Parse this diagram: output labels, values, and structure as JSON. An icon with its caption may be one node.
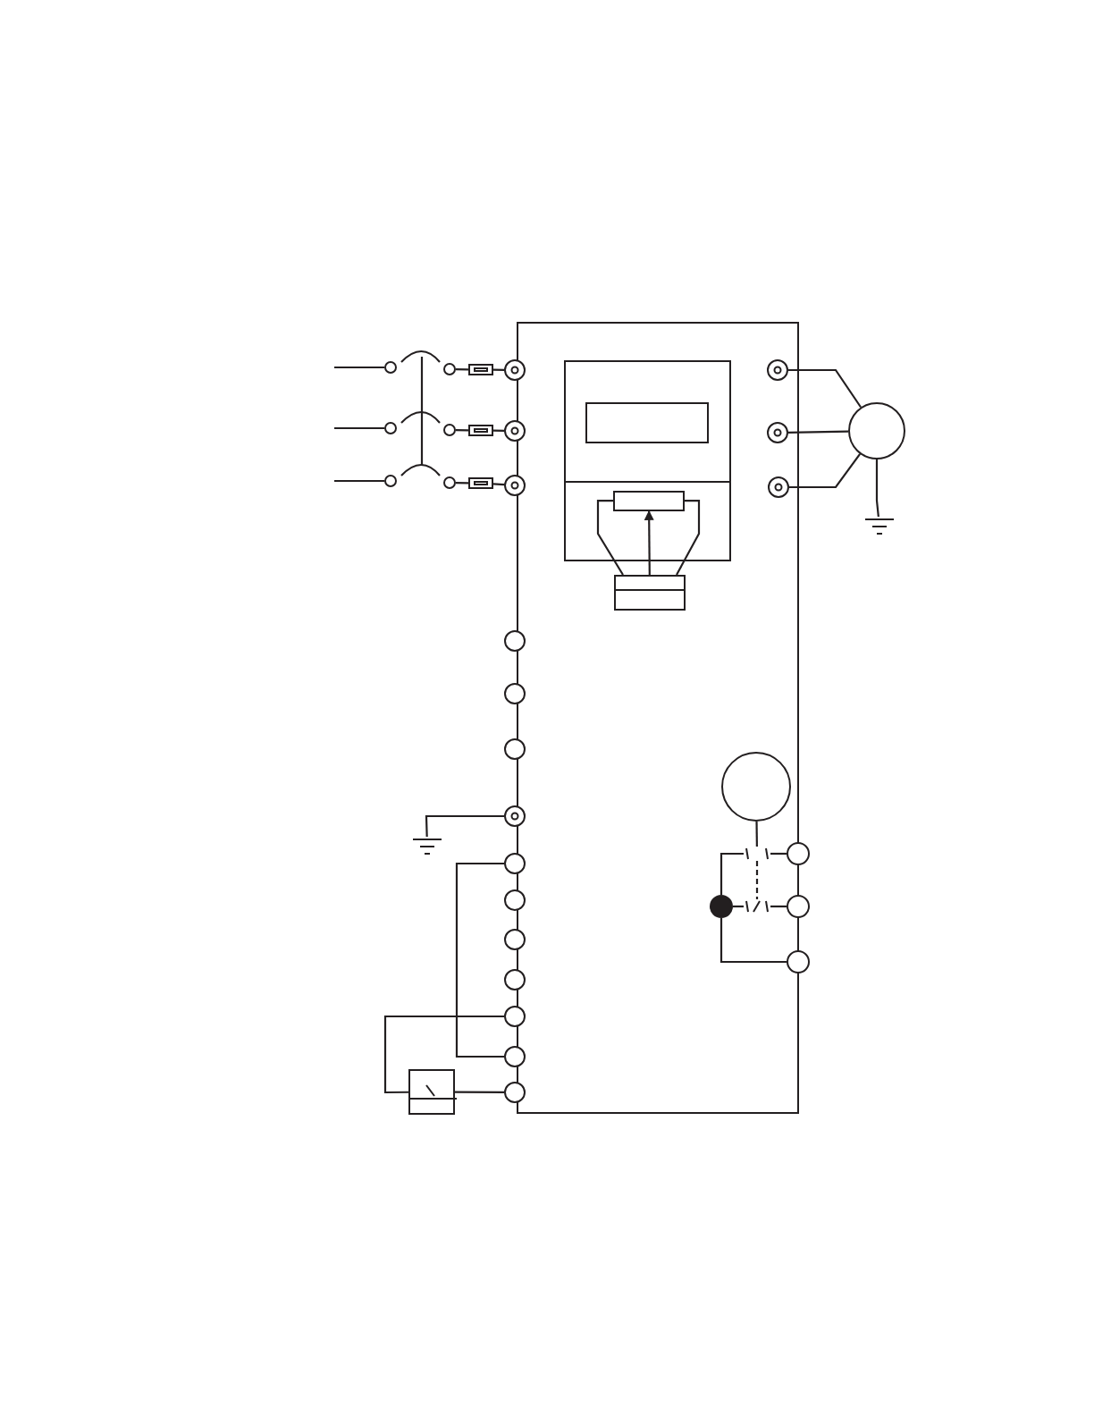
{
  "diagram": {
    "nodes": [
      {
        "text": [],
        "shape": "box"
      },
      {
        "text": [],
        "shape": "circle"
      },
      {
        "text": [],
        "shape": "circle"
      },
      {
        "text": [],
        "shape": "circle"
      },
      {
        "text": [],
        "shape": "circle",
        "in": 0
      },
      {
        "text": [],
        "shape": "circle",
        "in": 0
      },
      {
        "text": [],
        "shape": "circle",
        "in": 0
      },
      {
        "text": [],
        "shape": "circle"
      },
      {
        "text": [],
        "shape": "box",
        "in": 0
      },
      {
        "text": [],
        "shape": "box",
        "in": 8
      },
      {
        "text": [],
        "shape": "box",
        "in": 8
      },
      {
        "text": [],
        "shape": "box",
        "in": 0
      },
      {
        "text": [],
        "shape": "circle"
      },
      {
        "text": [],
        "shape": "circle"
      },
      {
        "text": [],
        "shape": "circle"
      },
      {
        "text": [],
        "shape": "circle"
      },
      {
        "text": [],
        "shape": "circle"
      },
      {
        "text": [],
        "shape": "circle"
      },
      {
        "text": [],
        "shape": "circle"
      },
      {
        "text": [],
        "shape": "circle"
      },
      {
        "text": [],
        "shape": "circle"
      },
      {
        "text": [],
        "shape": "circle"
      },
      {
        "text": [],
        "shape": "circle"
      },
      {
        "text": [],
        "shape": "box"
      },
      {
        "text": [],
        "shape": "circle",
        "in": 0
      },
      {
        "text": [],
        "shape": "circle"
      },
      {
        "text": [],
        "shape": "circle"
      },
      {
        "text": [],
        "shape": "circle"
      },
      {
        "text": [],
        "shape": "circle",
        "in": 0
      },
      {
        "text": [],
        "shape": "ground"
      },
      {
        "text": [],
        "shape": "ground"
      },
      {
        "text": [],
        "shape": "contact",
        "in": 0
      },
      {
        "text": [],
        "shape": "contact",
        "in": 0
      },
      {
        "text": [],
        "shape": "circle"
      },
      {
        "text": [],
        "shape": "circle"
      },
      {
        "text": [],
        "shape": "circle"
      },
      {
        "text": [],
        "shape": "circle"
      },
      {
        "text": [],
        "shape": "circle"
      },
      {
        "text": [],
        "shape": "circle"
      },
      {
        "text": [],
        "shape": "fuse"
      },
      {
        "text": [],
        "shape": "fuse"
      },
      {
        "text": [],
        "shape": "fuse"
      }
    ],
    "edges": [
      {
        "from": 39,
        "to": 1,
        "arrow": "none"
      },
      {
        "from": 40,
        "to": 2,
        "arrow": "none"
      },
      {
        "from": 41,
        "to": 3,
        "arrow": "none"
      },
      {
        "from": 4,
        "to": 7,
        "arrow": "none"
      },
      {
        "from": 5,
        "to": 7,
        "arrow": "none"
      },
      {
        "from": 6,
        "to": 7,
        "arrow": "none"
      },
      {
        "from": 7,
        "to": 29,
        "arrow": "none"
      },
      {
        "from": 15,
        "to": 30,
        "arrow": "none"
      },
      {
        "from": 11,
        "to": 10,
        "arrow": "to"
      },
      {
        "from": 10,
        "to": 11,
        "arrow": "none"
      },
      {
        "from": 10,
        "to": 11,
        "arrow": "none"
      },
      {
        "from": 16,
        "to": 21,
        "arrow": "none"
      },
      {
        "from": 20,
        "to": 23,
        "arrow": "none"
      },
      {
        "from": 23,
        "to": 22,
        "arrow": "none"
      },
      {
        "from": 28,
        "to": 31,
        "arrow": "none"
      },
      {
        "from": 31,
        "to": 25,
        "arrow": "none"
      },
      {
        "from": 28,
        "to": 32,
        "arrow": "none"
      },
      {
        "from": 32,
        "to": 26,
        "arrow": "none"
      },
      {
        "from": 28,
        "to": 27,
        "arrow": "none"
      },
      {
        "from": 24,
        "to": 31,
        "arrow": "none"
      },
      {
        "from": 31,
        "to": 32,
        "arrow": "none",
        "style": "dashed"
      },
      {
        "from": null,
        "to": 33,
        "arrow": "none"
      },
      {
        "from": null,
        "to": 34,
        "arrow": "none"
      },
      {
        "from": null,
        "to": 35,
        "arrow": "none"
      },
      {
        "from": 36,
        "to": 39,
        "arrow": "none"
      },
      {
        "from": 37,
        "to": 40,
        "arrow": "none"
      },
      {
        "from": 38,
        "to": 41,
        "arrow": "none"
      }
    ]
  }
}
